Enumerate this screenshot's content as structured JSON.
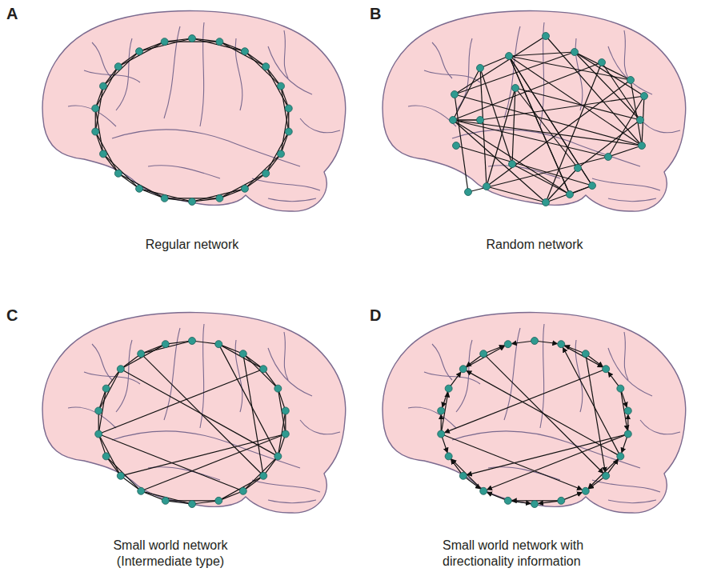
{
  "diagram": {
    "labels": [
      "A",
      "Regular network",
      "B",
      "Random network",
      "C",
      "Small world network (Intermediate type)",
      "D",
      "Small world network with directionality information"
    ]
  }
}
